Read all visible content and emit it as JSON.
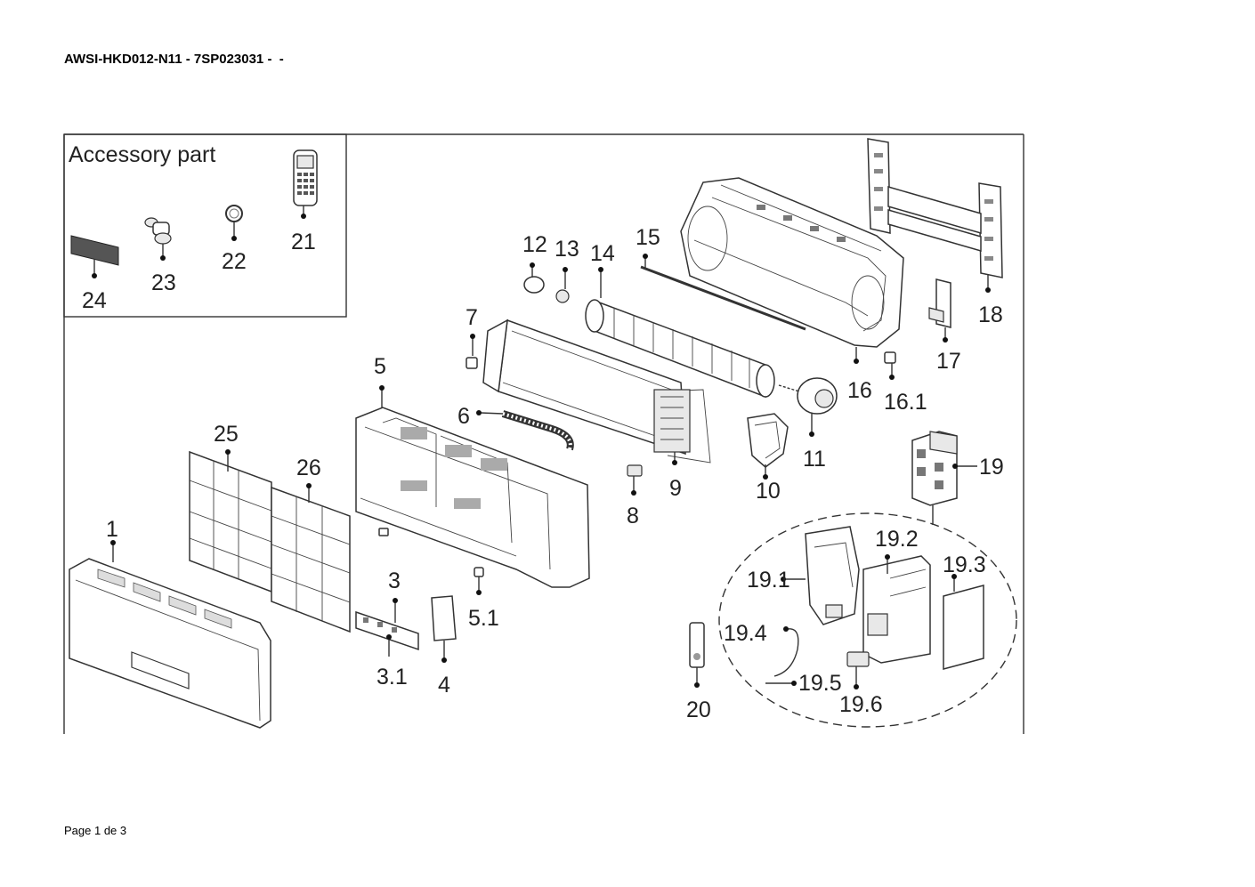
{
  "document": {
    "title": "AWSI-HKD012-N11 - 7SP023031 -  -",
    "footer": "Page 1 de 3"
  },
  "accessory_box": {
    "title": "Accessory part"
  },
  "callouts": {
    "c1": "1",
    "c3": "3",
    "c3_1": "3.1",
    "c4": "4",
    "c5": "5",
    "c5_1": "5.1",
    "c6": "6",
    "c7": "7",
    "c8": "8",
    "c9": "9",
    "c10": "10",
    "c11": "11",
    "c12": "12",
    "c13": "13",
    "c14": "14",
    "c15": "15",
    "c16": "16",
    "c16_1": "16.1",
    "c17": "17",
    "c18": "18",
    "c19": "19",
    "c19_1": "19.1",
    "c19_2": "19.2",
    "c19_3": "19.3",
    "c19_4": "19.4",
    "c19_5": "19.5",
    "c19_6": "19.6",
    "c20": "20",
    "c21": "21",
    "c22": "22",
    "c23": "23",
    "c24": "24",
    "c25": "25",
    "c26": "26"
  }
}
